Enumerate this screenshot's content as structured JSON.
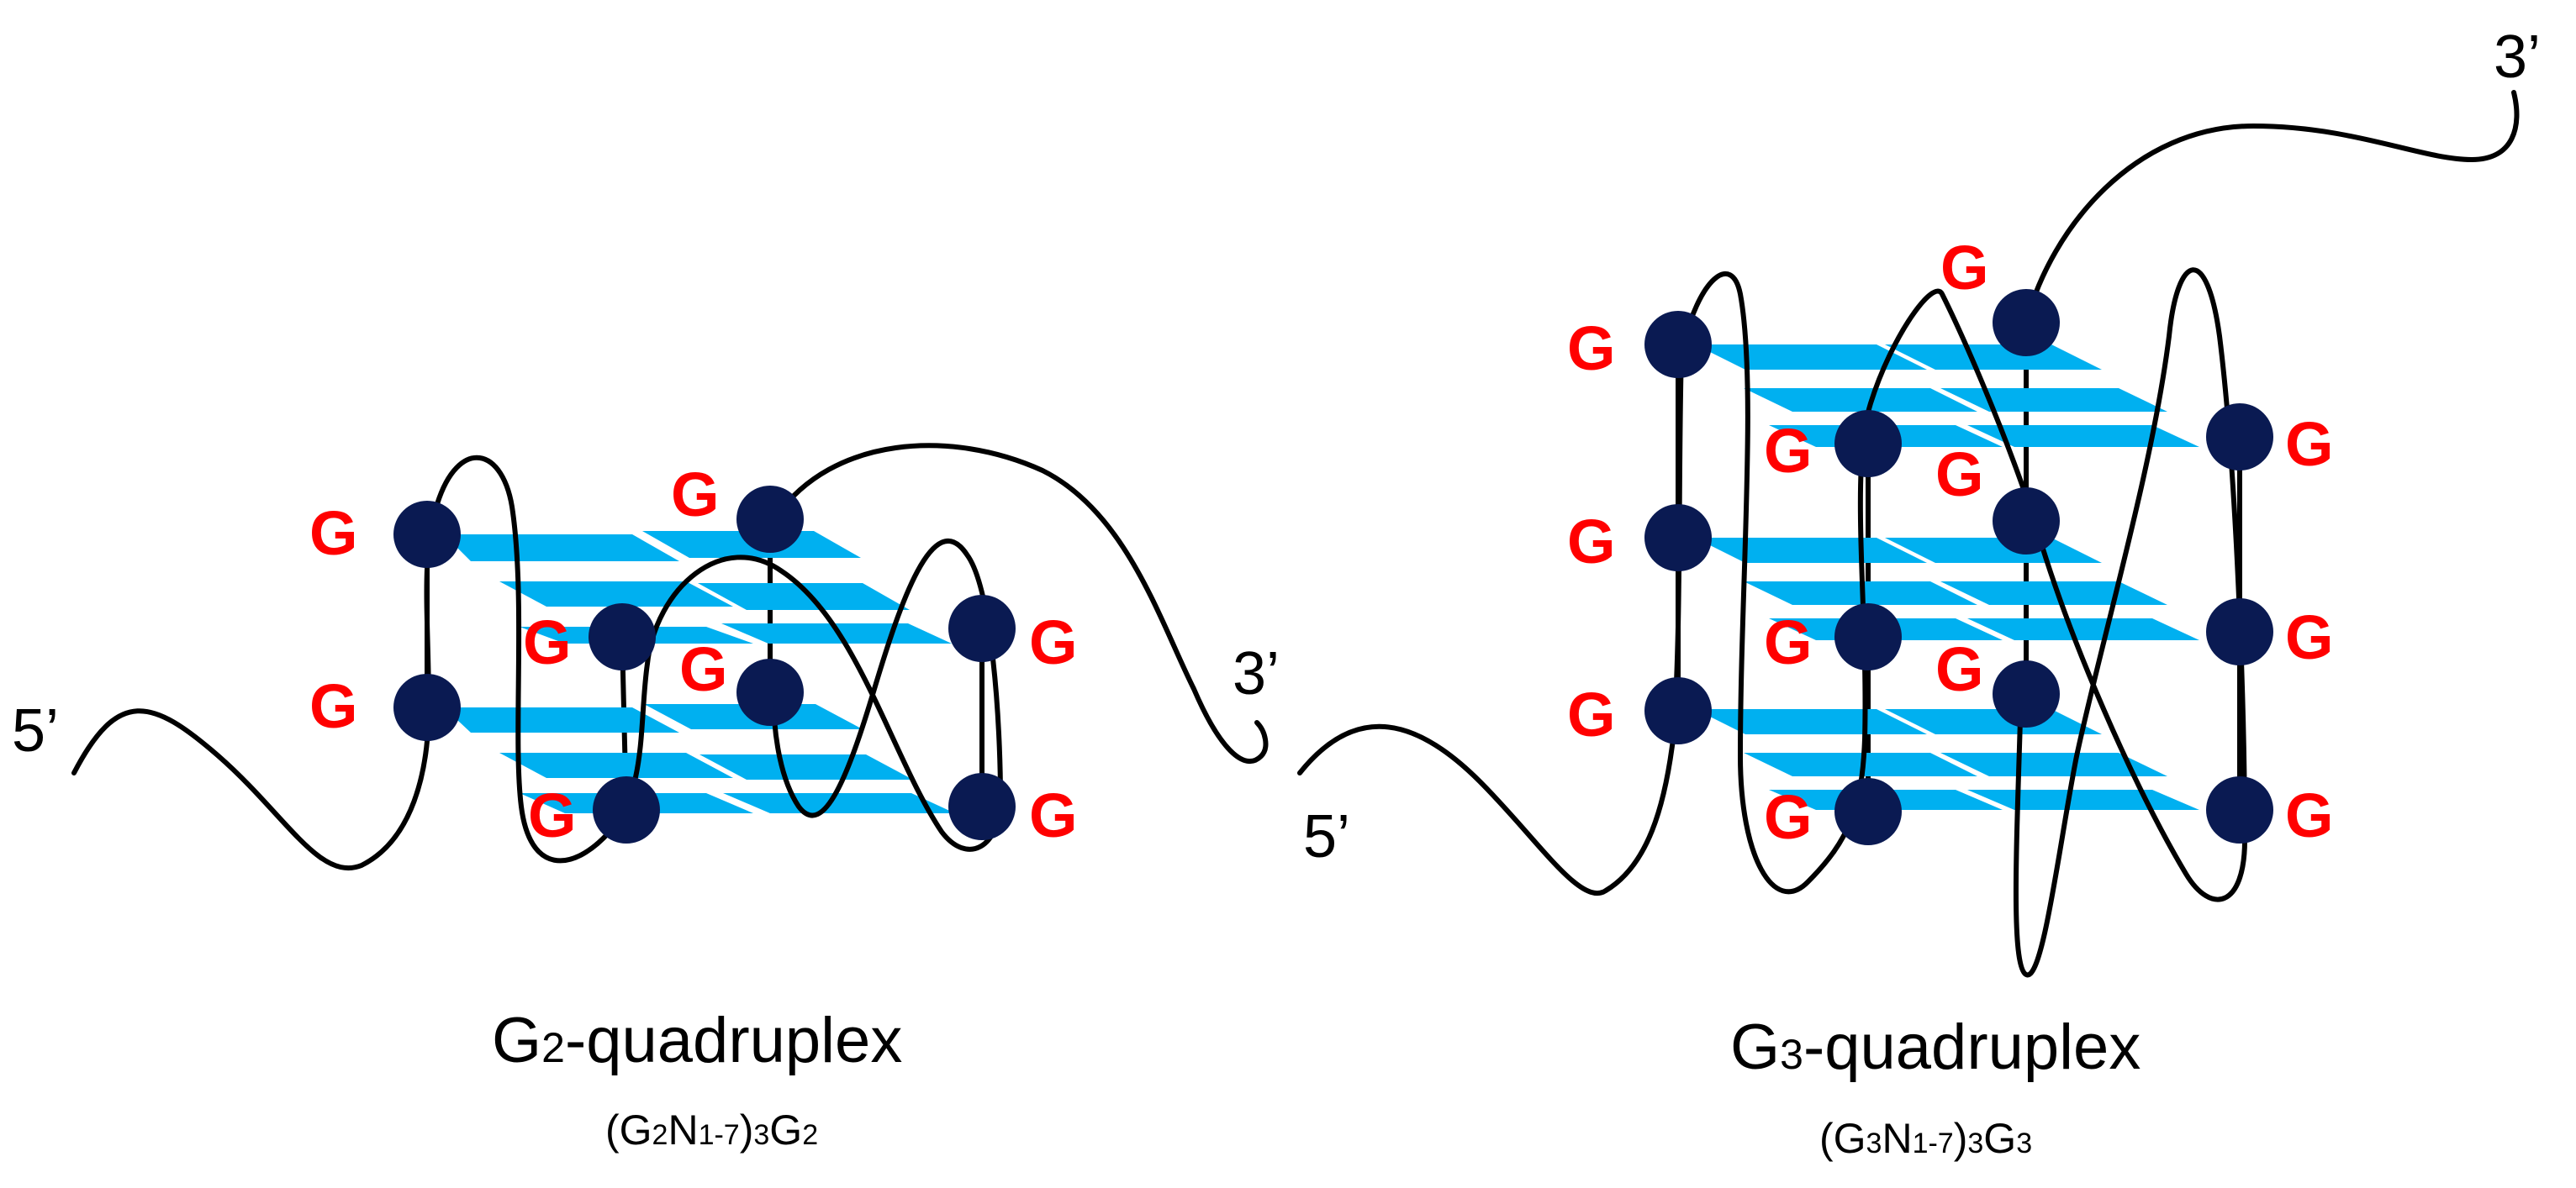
{
  "colors": {
    "g_label": "#ff0000",
    "node": "#0a1a52",
    "plane": "#00b0f0",
    "strand": "#000000"
  },
  "labels": {
    "guanine": "G",
    "five_prime": "5’",
    "three_prime": "3’"
  },
  "left_structure": {
    "title": {
      "main_a": "G",
      "sub": "2",
      "main_b": "-quadruplex"
    },
    "formula": {
      "a": "(G",
      "b": "2",
      "c": "N",
      "d": "1-7",
      "e": ")",
      "f": "3",
      "g": "G",
      "h": "2"
    }
  },
  "right_structure": {
    "title": {
      "main_a": "G",
      "sub": "3",
      "main_b": "-quadruplex"
    },
    "formula": {
      "a": "(G",
      "b": "3",
      "c": "N",
      "d": "1-7",
      "e": ")",
      "f": "3",
      "g": "G",
      "h": "3"
    }
  }
}
